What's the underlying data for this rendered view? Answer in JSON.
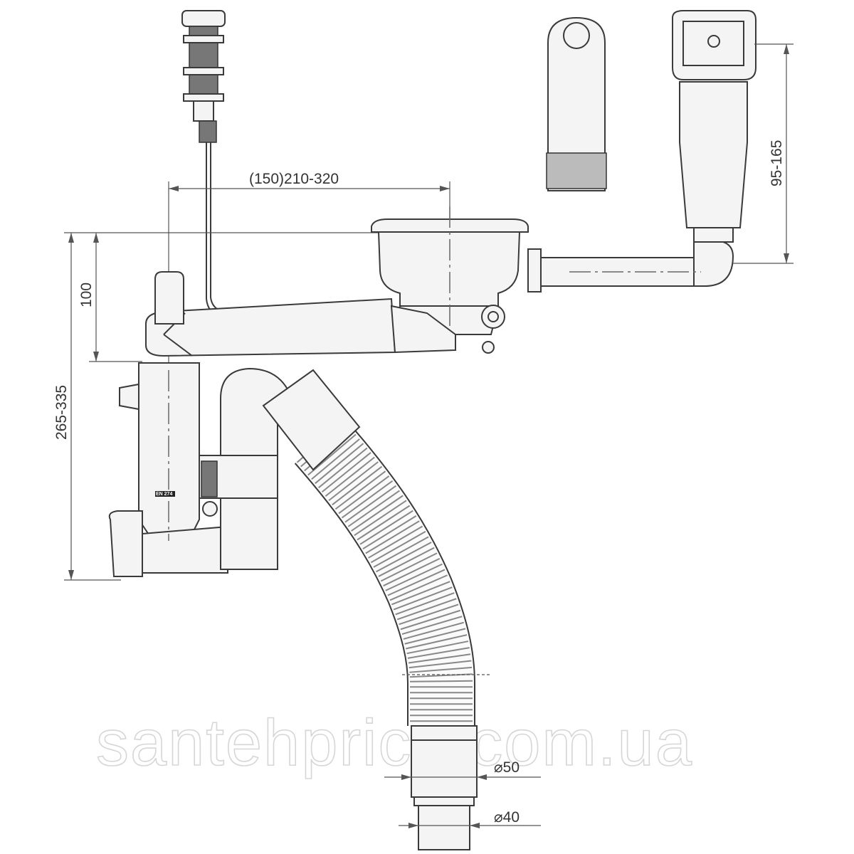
{
  "drawing": {
    "dimensions": {
      "strainer_to_overflow": "(150)210-320",
      "overflow_height": "95-165",
      "trap_top_depth": "100",
      "total_height": "265-335",
      "outlet_diameter_large": "⌀50",
      "outlet_diameter_small": "⌀40"
    },
    "trap_marking": "EN 274",
    "watermark": "santehprice.com.ua"
  }
}
